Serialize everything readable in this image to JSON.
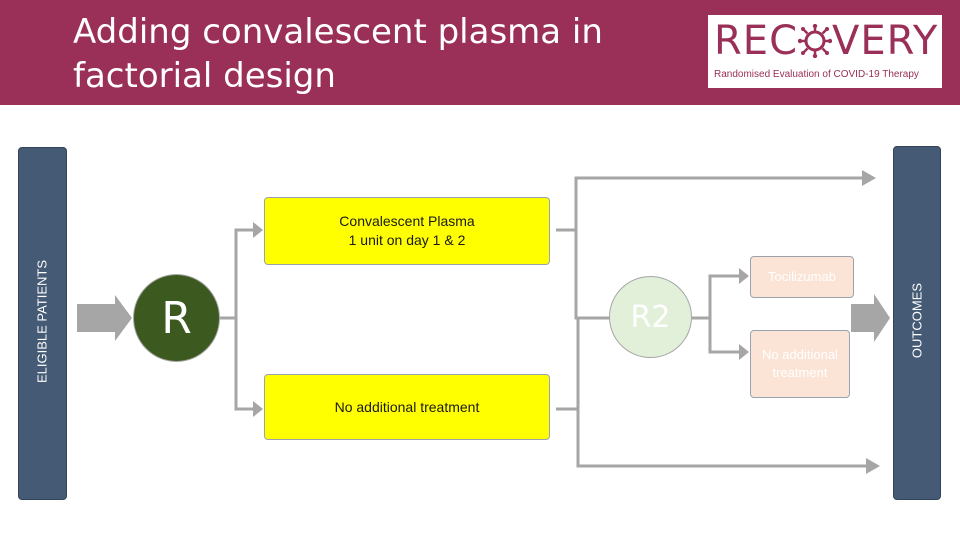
{
  "header": {
    "title": "Adding convalescent plasma in factorial design",
    "logo_word_pre": "REC",
    "logo_word_post": "VERY",
    "logo_subtitle": "Randomised Evaluation of COVID-19 Therapy"
  },
  "sidebars": {
    "left_label": "ELIGIBLE PATIENTS",
    "right_label": "OUTCOMES"
  },
  "nodes": {
    "randomisation_1": "R",
    "randomisation_2": "R2",
    "plasma_line1": "Convalescent Plasma",
    "plasma_line2": "1 unit on day 1 & 2",
    "no_treatment_1": "No additional treatment",
    "tocilizumab": "Tocilizumab",
    "no_treatment_2": "No additional treatment"
  },
  "colors": {
    "header_bg": "#9a2f57",
    "sidebar_bg": "#455a74",
    "yellow_box": "#ffff00",
    "r_circle": "#3c5a1f",
    "r2_circle": "#e2efd9",
    "option_box": "#fbe4d6",
    "connector": "#a6a6a6"
  },
  "icons": [
    "virus-icon",
    "arrow-right-icon"
  ]
}
